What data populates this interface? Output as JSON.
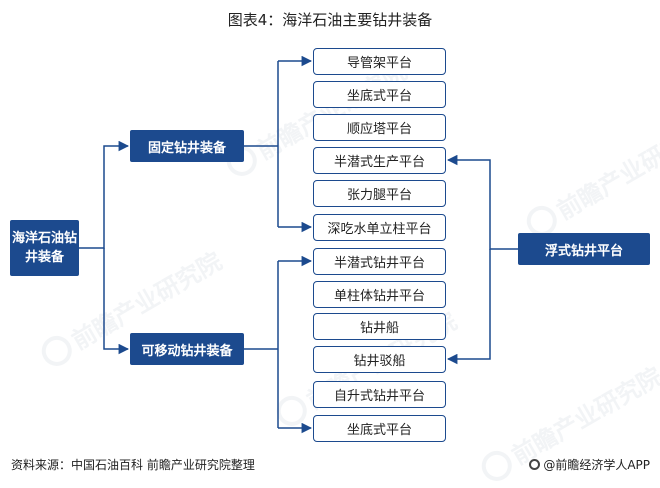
{
  "title": "图表4：海洋石油主要钻井装备",
  "nodes": {
    "root": "海洋石油钻井装备",
    "fixed": "固定钻井装备",
    "mobile": "可移动钻井装备",
    "floating": "浮式钻井平台"
  },
  "items": [
    "导管架平台",
    "坐底式平台",
    "顺应塔平台",
    "半潜式生产平台",
    "张力腿平台",
    "深吃水单立柱平台",
    "半潜式钻井平台",
    "单柱体钻井平台",
    "钻井船",
    "钻井驳船",
    "自升式钻井平台",
    "坐底式平台"
  ],
  "watermark": "前瞻产业研究院",
  "footer": {
    "source": "资料来源：中国石油百科 前瞻产业研究院整理",
    "brand": "@前瞻经济学人APP"
  },
  "colors": {
    "box_fill": "#1c4a8e",
    "line": "#1c4a8e"
  }
}
